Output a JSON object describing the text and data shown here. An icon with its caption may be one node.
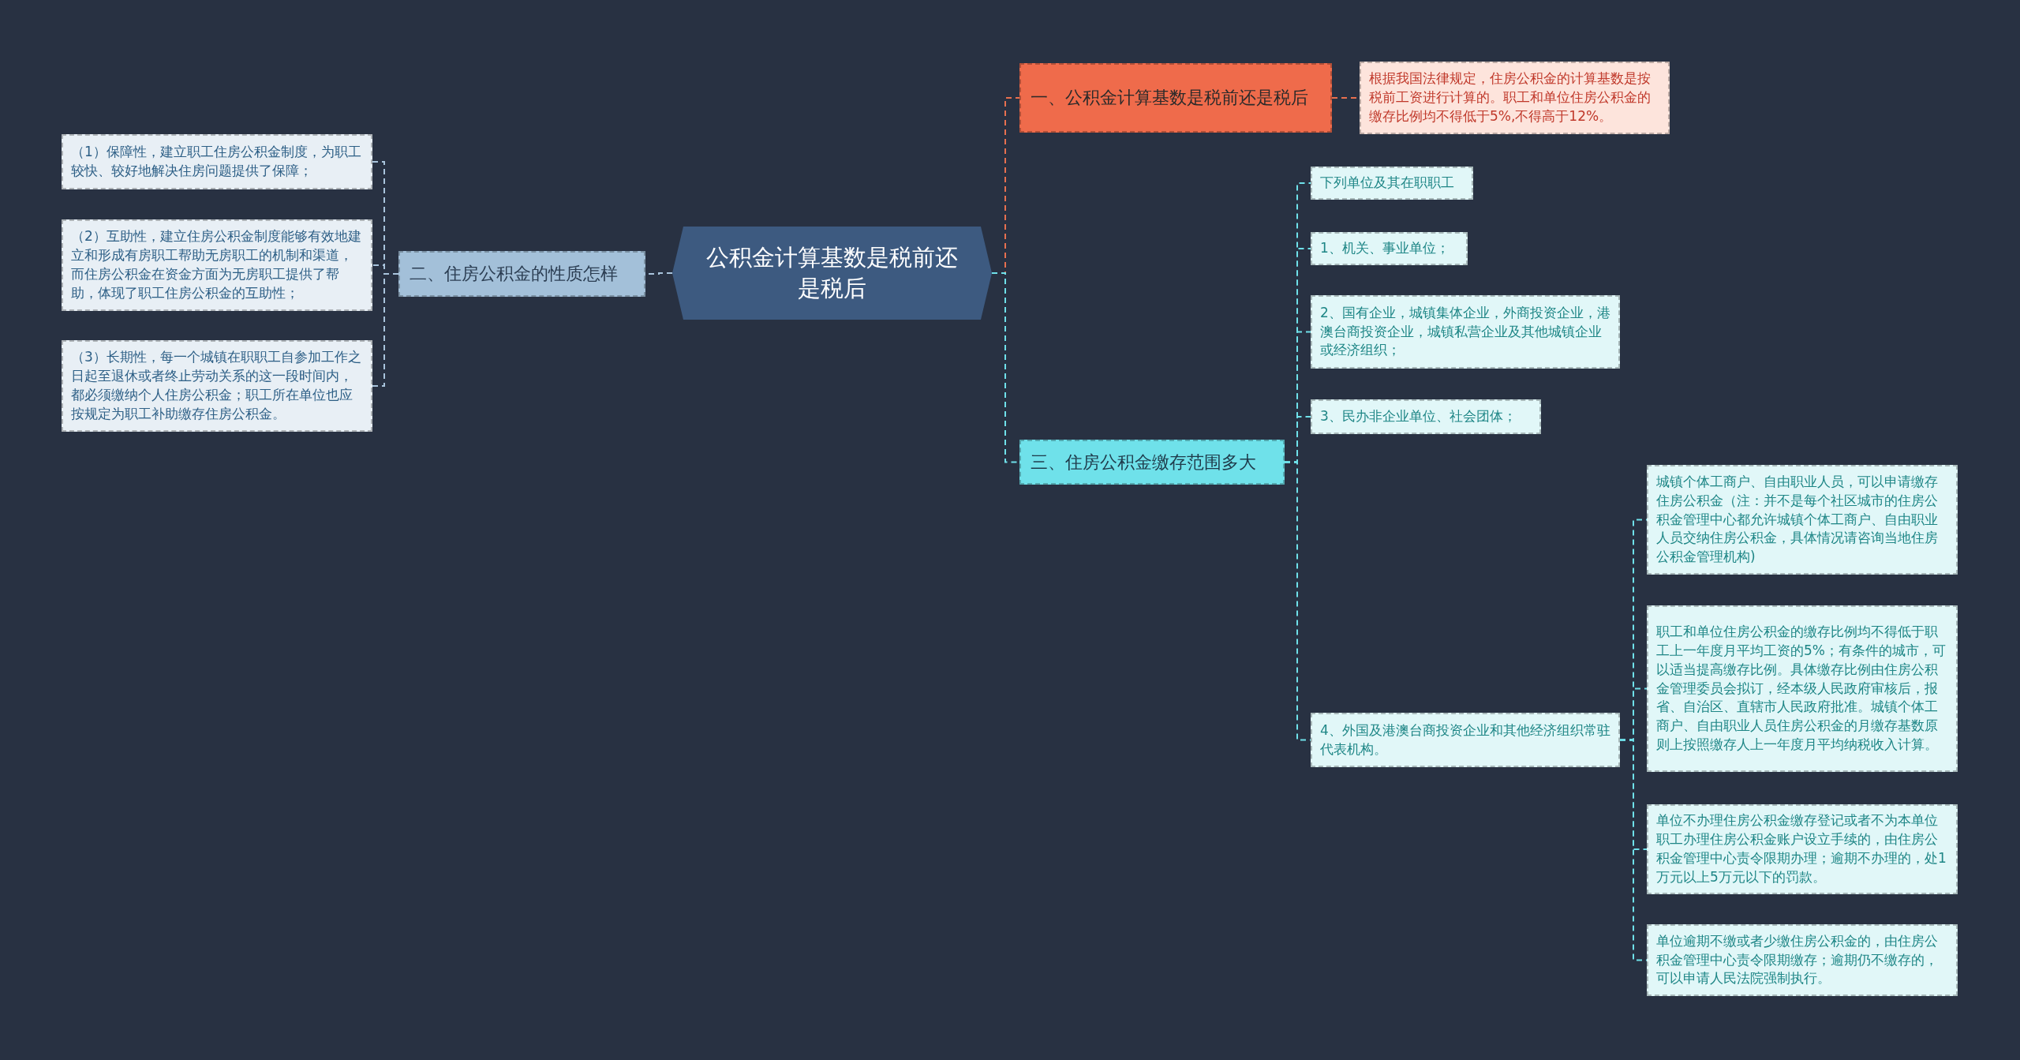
{
  "diagram": {
    "nodes": [
      {
        "text": [
          "公积金计算基数是税前还是税后"
        ]
      },
      {
        "text": [
          "一、公积金计算基数是税前还是税后"
        ]
      },
      {
        "text": [
          "根据我国法律规定，住房公积金的计算基数是按税前工资进行计算的。职工和单位住房公积金的缴存比例均不得低于5%,不得高于12%。"
        ]
      },
      {
        "text": [
          "二、住房公积金的性质怎样"
        ]
      },
      {
        "text": [
          "（1）保障性，建立职工住房公积金制度，为职工较快、较好地解决住房问题提供了保障；"
        ]
      },
      {
        "text": [
          "（2）互助性，建立住房公积金制度能够有效地建立和形成有房职工帮助无房职工的机制和渠道，而住房公积金在资金方面为无房职工提供了帮助，体现了职工住房公积金的互助性；"
        ]
      },
      {
        "text": [
          "（3）长期性，每一个城镇在职职工自参加工作之日起至退休或者终止劳动关系的这一段时间内，都必须缴纳个人住房公积金；职工所在单位也应按规定为职工补助缴存住房公积金。"
        ]
      },
      {
        "text": [
          "三、住房公积金缴存范围多大"
        ]
      },
      {
        "text": [
          "下列单位及其在职职工"
        ]
      },
      {
        "text": [
          "1、机关、事业单位；"
        ]
      },
      {
        "text": [
          "2、国有企业，城镇集体企业，外商投资企业，港澳台商投资企业，城镇私营企业及其他城镇企业或经济组织；"
        ]
      },
      {
        "text": [
          "3、民办非企业单位、社会团体；"
        ]
      },
      {
        "text": [
          "4、外国及港澳台商投资企业和其他经济组织常驻代表机构。"
        ]
      },
      {
        "text": [
          "城镇个体工商户、自由职业人员，可以申请缴存住房公积金（注：并不是每个社区城市的住房公积金管理中心都允许城镇个体工商户、自由职业人员交纳住房公积金，具体情况请咨询当地住房公积金管理机构)"
        ]
      },
      {
        "text": [
          "职工和单位住房公积金的缴存比例均不得低于职工上一年度月平均工资的5%；有条件的城市，可以适当提高缴存比例。具体缴存比例由住房公积金管理委员会拟订，经本级人民政府审核后，报省、自治区、直辖市人民政府批准。城镇个体工商户、自由职业人员住房公积金的月缴存基数原则上按照缴存人上一年度月平均纳税收入计算。"
        ]
      },
      {
        "text": [
          "单位不办理住房公积金缴存登记或者不为本单位职工办理住房公积金账户设立手续的，由住房公积金管理中心责令限期办理；逾期不办理的，处1万元以上5万元以下的罚款。"
        ]
      },
      {
        "text": [
          "单位逾期不缴或者少缴住房公积金的，由住房公积金管理中心责令限期缴存；逾期仍不缴存的，可以申请人民法院强制执行。"
        ]
      }
    ],
    "edges": [
      {
        "from": 0,
        "to": 1,
        "arrow": "none",
        "color": "#e8704f"
      },
      {
        "from": 0,
        "to": 3,
        "arrow": "none",
        "color": "#a9c4dc"
      },
      {
        "from": 0,
        "to": 7,
        "arrow": "none"
      },
      {
        "from": 1,
        "to": 2,
        "arrow": "none",
        "color": "#e8704f"
      },
      {
        "from": 3,
        "to": 4,
        "arrow": "none",
        "color": "#a9c4dc"
      },
      {
        "from": 3,
        "to": 5,
        "arrow": "none",
        "color": "#a9c4dc"
      },
      {
        "from": 3,
        "to": 6,
        "arrow": "none",
        "color": "#a9c4dc"
      },
      {
        "from": 7,
        "to": 8,
        "arrow": "none"
      },
      {
        "from": 7,
        "to": 9,
        "arrow": "none"
      },
      {
        "from": 7,
        "to": 10,
        "arrow": "none"
      },
      {
        "from": 7,
        "to": 11,
        "arrow": "none"
      },
      {
        "from": 7,
        "to": 12,
        "arrow": "none"
      },
      {
        "from": 12,
        "to": 13,
        "arrow": "none"
      },
      {
        "from": 12,
        "to": 14,
        "arrow": "none"
      },
      {
        "from": 12,
        "to": 15,
        "arrow": "none"
      },
      {
        "from": 12,
        "to": 16,
        "arrow": "none"
      }
    ]
  }
}
